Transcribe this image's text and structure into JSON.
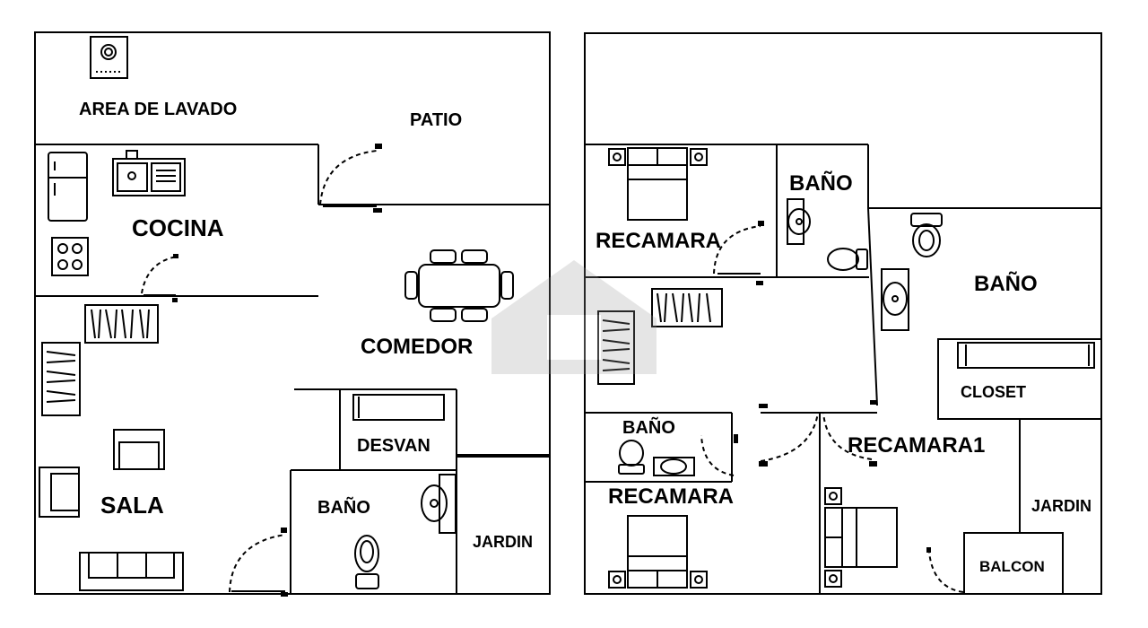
{
  "plan_left": {
    "area_lavado": "AREA DE LAVADO",
    "patio": "PATIO",
    "cocina": "COCINA",
    "comedor": "COMEDOR",
    "sala": "SALA",
    "desvan": "DESVAN",
    "bano": "BAÑO",
    "jardin": "JARDIN"
  },
  "plan_right": {
    "recamara_top": "RECAMARA",
    "bano_small": "BAÑO",
    "bano_large": "BAÑO",
    "closet": "CLOSET",
    "bano_bottom": "BAÑO",
    "recamara_bottom": "RECAMARA",
    "recamara1": "RECAMARA1",
    "jardin": "JARDIN",
    "balcon": "BALCON"
  },
  "icons": [
    "washer-icon",
    "fridge-icon",
    "sink-icon",
    "stove-icon",
    "dining-table-icon",
    "bed-icon",
    "toilet-icon",
    "washbasin-icon",
    "sofa-icon",
    "armchair-icon",
    "closet-icon",
    "door-swing-icon"
  ]
}
